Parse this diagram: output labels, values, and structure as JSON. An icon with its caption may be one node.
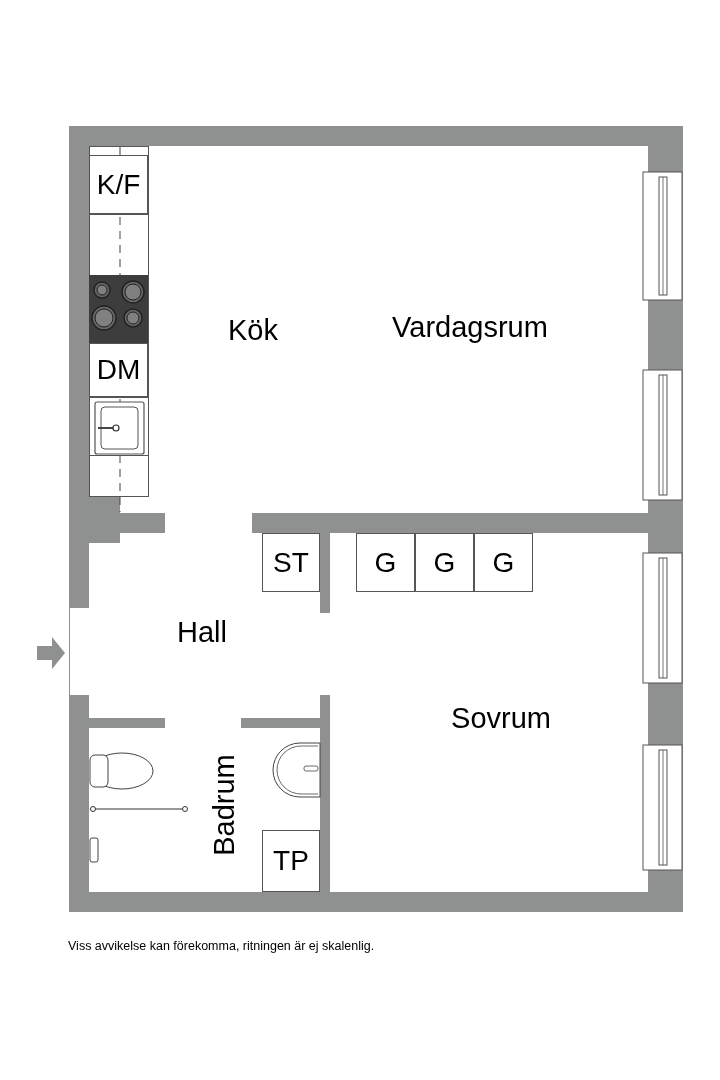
{
  "diagram": {
    "caption": "Viss avvikelse kan förekomma, ritningen är ej skalenlig.",
    "nodes": [
      {
        "text": [
          "K/F"
        ]
      },
      {
        "text": [
          "DM"
        ]
      },
      {
        "text": [
          "ST"
        ]
      },
      {
        "text": [
          "G"
        ]
      },
      {
        "text": [
          "G"
        ]
      },
      {
        "text": [
          "G"
        ]
      },
      {
        "text": [
          "TP"
        ]
      }
    ],
    "edges": [],
    "labels": [
      "Kök",
      "Vardagsrum",
      "Hall",
      "Sovrum",
      "Badrum"
    ]
  }
}
